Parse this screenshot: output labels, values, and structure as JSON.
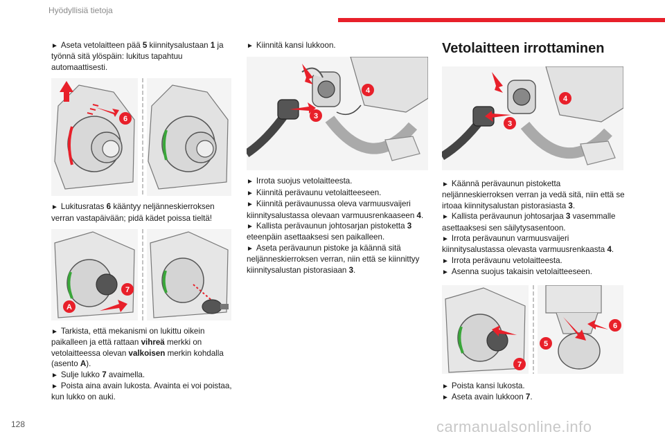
{
  "header": {
    "section": "Hyödyllisiä tietoja"
  },
  "page_number": "128",
  "watermark": "carmanualsonline.info",
  "col1": {
    "p1": {
      "a": "Aseta vetolaitteen pää ",
      "b": "5",
      "c": " kiinnitysalustaan ",
      "d": "1",
      "e": " ja työnnä sitä ylöspäin: lukitus tapahtuu automaattisesti."
    },
    "p2": {
      "a": "Lukitusratas ",
      "b": "6",
      "c": " kääntyy neljänneskierroksen verran vastapäivään; pidä kädet poissa tieltä!"
    },
    "p3": {
      "a": "Tarkista, että mekanismi on lukittu oikein paikalleen ja että rattaan ",
      "b": "vihreä",
      "c": " merkki on vetolaitteessa olevan ",
      "d": "valkoisen",
      "e": " merkin kohdalla (asento ",
      "f": "A",
      "g": ")."
    },
    "p4": {
      "a": "Sulje lukko ",
      "b": "7",
      "c": " avaimella."
    },
    "p5": "Poista aina avain lukosta. Avainta ei voi poistaa, kun lukko on auki.",
    "fig1_badge": "6",
    "fig2_badge1": "7",
    "fig2_badge2": "A"
  },
  "col2": {
    "p1": "Kiinnitä kansi lukkoon.",
    "p2": "Irrota suojus vetolaitteesta.",
    "p3": "Kiinnitä perävaunu vetolaitteeseen.",
    "p4": {
      "a": "Kiinnitä perävaunussa oleva varmuusvaijeri kiinnitysalustassa olevaan varmuusrenkaaseen ",
      "b": "4",
      "c": "."
    },
    "p5": {
      "a": "Kallista perävaunun johtosarjan pistoketta ",
      "b": "3",
      "c": " eteenpäin asettaaksesi sen paikalleen."
    },
    "p6": {
      "a": "Aseta perävaunun pistoke ja käännä sitä neljänneskierroksen verran, niin että se kiinnittyy kiinnitysalustan pistorasiaan ",
      "b": "3",
      "c": "."
    },
    "fig_badge1": "4",
    "fig_badge2": "3"
  },
  "col3": {
    "title": "Vetolaitteen irrottaminen",
    "p1": {
      "a": "Käännä perävaunun pistoketta neljänneskierroksen verran ja vedä sitä, niin että se irtoaa kiinnitysalustan pistorasiasta ",
      "b": "3",
      "c": "."
    },
    "p2": {
      "a": "Kallista perävaunun johtosarjaa ",
      "b": "3",
      "c": " vasemmalle asettaaksesi sen säilytysasentoon."
    },
    "p3": {
      "a": "Irrota perävaunun varmuusvaijeri kiinnitysalustassa olevasta varmuusrenkaasta ",
      "b": "4",
      "c": "."
    },
    "p4": "Irrota perävaunu vetolaitteesta.",
    "p5": "Asenna suojus takaisin vetolaitteeseen.",
    "p6": "Poista kansi lukosta.",
    "p7": {
      "a": "Aseta avain lukkoon ",
      "b": "7",
      "c": "."
    },
    "fig1_badge1": "4",
    "fig1_badge2": "3",
    "fig2_badge1": "6",
    "fig2_badge2": "5",
    "fig2_badge3": "7"
  },
  "arrow_glyph": "►",
  "colors": {
    "accent_red": "#e8202a",
    "green_mark": "#3aa63a",
    "line_art": "#6a6a6a"
  }
}
